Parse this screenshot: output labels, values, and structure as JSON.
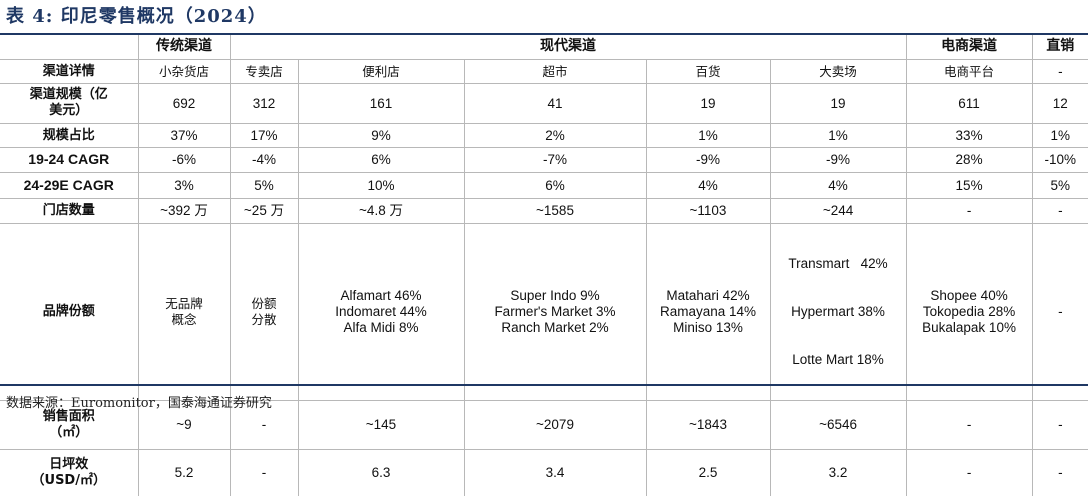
{
  "title": "表 4:  印尼零售概况（2024）",
  "header": {
    "traditional": "传统渠道",
    "modern": "现代渠道",
    "ecommerce": "电商渠道",
    "direct": "直销"
  },
  "rows": {
    "detail": {
      "label": "渠道详情",
      "cells": [
        "小杂货店",
        "专卖店",
        "便利店",
        "超市",
        "百货",
        "大卖场",
        "电商平台",
        "-"
      ]
    },
    "scale": {
      "label_l1": "渠道规模（亿",
      "label_l2": "美元）",
      "cells": [
        "692",
        "312",
        "161",
        "41",
        "19",
        "19",
        "611",
        "12"
      ]
    },
    "share": {
      "label": "规模占比",
      "cells": [
        "37%",
        "17%",
        "9%",
        "2%",
        "1%",
        "1%",
        "33%",
        "1%"
      ]
    },
    "cagr1924": {
      "label": "19-24 CAGR",
      "cells": [
        "-6%",
        "-4%",
        "6%",
        "-7%",
        "-9%",
        "-9%",
        "28%",
        "-10%"
      ]
    },
    "cagr2429": {
      "label": "24-29E CAGR",
      "cells": [
        "3%",
        "5%",
        "10%",
        "6%",
        "4%",
        "4%",
        "15%",
        "5%"
      ]
    },
    "stores": {
      "label": "门店数量",
      "cells": [
        "~392 万",
        "~25 万",
        "~4.8 万",
        "~1585",
        "~1103",
        "~244",
        "-",
        "-"
      ]
    },
    "brand": {
      "label": "品牌份额",
      "traditional": [
        "无品牌",
        "概念"
      ],
      "specialty": [
        "份额",
        "分散"
      ],
      "convenience": [
        "Alfamart 46%",
        "Indomaret 44%",
        "Alfa Midi 8%"
      ],
      "supermarket": [
        "Super Indo 9%",
        "Farmer's Market 3%",
        "Ranch Market 2%"
      ],
      "department": [
        "Matahari 42%",
        "Ramayana 14%",
        "Miniso 13%"
      ],
      "hypermarket": [
        "Transmart   42%",
        "Hypermart 38%",
        "Lotte Mart 18%"
      ],
      "ecommerce": [
        "Shopee 40%",
        "Tokopedia 28%",
        "Bukalapak 10%"
      ],
      "direct": "-"
    },
    "area": {
      "label_l1": "销售面积",
      "label_l2": "（㎡）",
      "cells": [
        "~9",
        "-",
        "~145",
        "~2079",
        "~1843",
        "~6546",
        "-",
        "-"
      ]
    },
    "efficiency": {
      "label_l1": "日坪效",
      "label_l2": "（USD/㎡）",
      "cells": [
        "5.2",
        "-",
        "6.3",
        "3.4",
        "2.5",
        "3.2",
        "-",
        "-"
      ]
    }
  },
  "source": "数据来源：Euromonitor，国泰海通证券研究"
}
